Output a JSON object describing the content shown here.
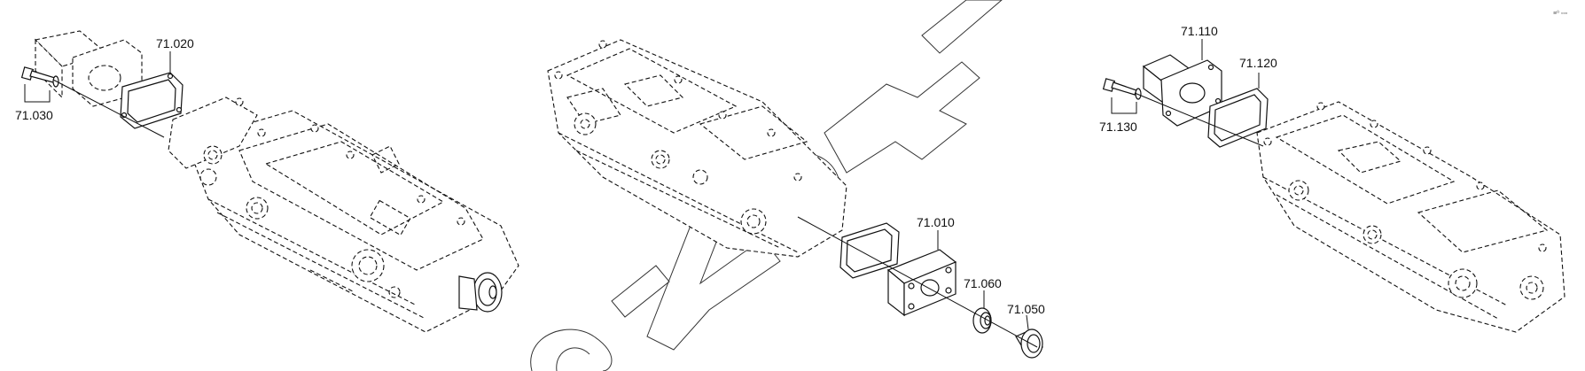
{
  "labels": {
    "l71020": "71.020",
    "l71030": "71.030",
    "l71010": "71.010",
    "l71060": "71.060",
    "l71050": "71.050",
    "l71110": "71.110",
    "l71120": "71.120",
    "l71130": "71.130"
  },
  "corner_mark": "≡⁰ ▫▫▫",
  "colors": {
    "line": "#111111",
    "background": "#ffffff"
  }
}
